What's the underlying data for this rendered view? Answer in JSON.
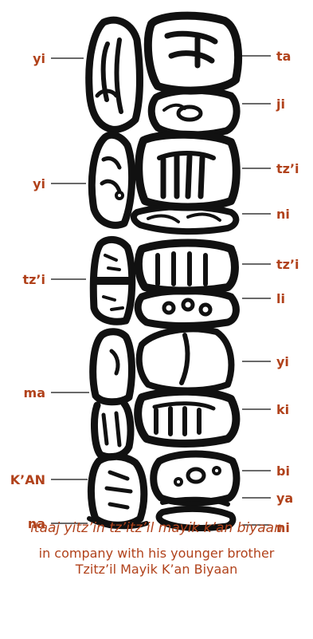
{
  "colors": {
    "accent": "#b1421b",
    "ink": "#111111"
  },
  "labels_left": [
    "yi",
    "yi",
    "tz’i",
    "ma",
    "K’AN",
    "na"
  ],
  "labels_right": [
    "ta",
    "ji",
    "tz’i",
    "ni",
    "tz’i",
    "li",
    "yi",
    "ki",
    "bi",
    "ya",
    "ni"
  ],
  "caption": {
    "transliteration": "itaaj yitz’in tz’itz’il mayik k’an biyaan",
    "translation_line1": "in company with his younger brother",
    "translation_line2": "Tzitz’il Mayik K’an Biyaan"
  }
}
